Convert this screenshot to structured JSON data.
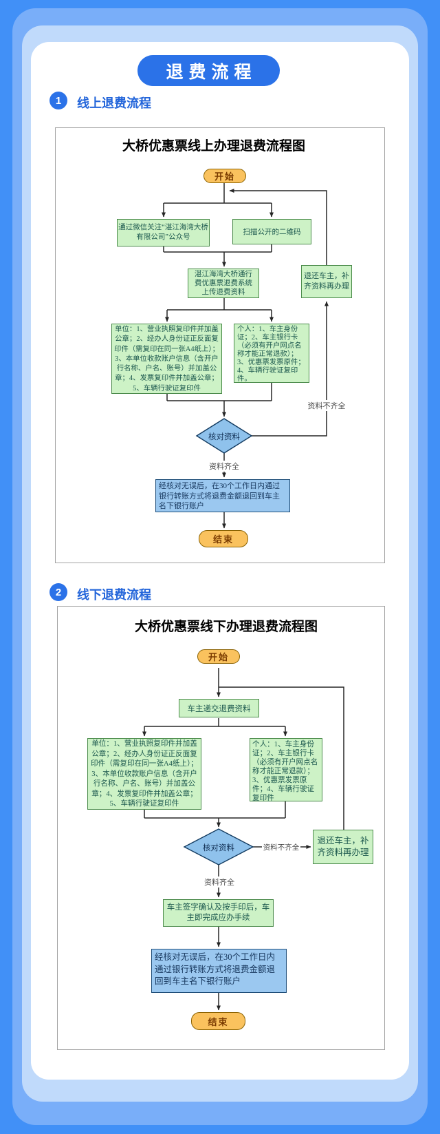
{
  "page": {
    "title": "退费流程",
    "sections": [
      {
        "number": "1",
        "label": "线上退费流程"
      },
      {
        "number": "2",
        "label": "线下退费流程"
      }
    ]
  },
  "chart1": {
    "title": "大桥优惠票线上办理退费流程图",
    "start": "开始",
    "wechat_box": "通过微信关注“湛江海湾大桥有限公司”公众号",
    "qr_box": "扫描公开的二维码",
    "upload_box": "湛江海湾大桥通行费优惠票退费系统上传退费资料",
    "company_box": "单位：1、营业执照复印件并加盖公章；2、经办人身份证正反面复印件（需复印在同一张A4纸上）；3、本单位收款账户信息（含开户行名称、户名、账号）并加盖公章；4、发票复印件并加盖公章；5、车辆行驶证复印件",
    "personal_box": "个人：1、车主身份证；2、车主银行卡（必须有开户网点名称才能正常退款）；3、优惠票发票原件；4、车辆行驶证复印件。",
    "decision": "核对资料",
    "label_incomplete": "资料不齐全",
    "label_complete": "资料齐全",
    "return_box": "退还车主，补齐资料再办理",
    "transfer_box": "经核对无误后，在30个工作日内通过银行转账方式将退费金额退回到车主名下银行账户",
    "end": "结束"
  },
  "chart2": {
    "title": "大桥优惠票线下办理退费流程图",
    "start": "开始",
    "submit_box": "车主递交退费资料",
    "company_box": "单位：1、营业执照复印件并加盖公章；2、经办人身份证正反面复印件（需复印在同一张A4纸上）；3、本单位收款账户信息（含开户行名称、户名、账号）并加盖公章；4、发票复印件并加盖公章；5、车辆行驶证复印件",
    "personal_box": "个人：1、车主身份证；2、车主银行卡（必须有开户网点名称才能正常退款）；3、优惠票发票原件；4、车辆行驶证复印件",
    "decision": "核对资料",
    "label_incomplete": "资料不齐全",
    "label_complete": "资料齐全",
    "return_box": "退还车主，补齐资料再办理",
    "sign_box": "车主签字确认及按手印后，车主即完成应办手续",
    "transfer_box": "经核对无误后，在30个工作日内通过银行转账方式将退费金额退回到车主名下银行账户",
    "end": "结束"
  },
  "colors": {
    "accent_blue": "#2B72E8",
    "background_blue": "#4190F7",
    "process_green_fill": "#CDF2C6",
    "process_green_border": "#4A8A4A",
    "decision_blue_fill": "#8FC2EC",
    "result_blue_fill": "#9BC8F0",
    "terminator_orange_fill": "#FAC25E"
  }
}
